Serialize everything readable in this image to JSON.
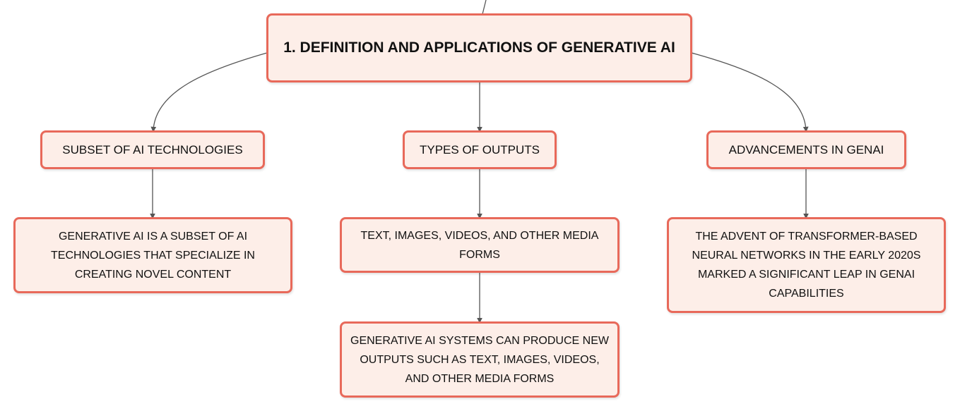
{
  "mindmap": {
    "root": {
      "label": "1. DEFINITION AND APPLICATIONS OF GENERATIVE AI"
    },
    "branches": [
      {
        "label": "SUBSET OF AI TECHNOLOGIES",
        "children": [
          "GENERATIVE AI IS A SUBSET OF AI TECHNOLOGIES THAT SPECIALIZE IN CREATING NOVEL CONTENT"
        ]
      },
      {
        "label": "TYPES OF OUTPUTS",
        "children": [
          "TEXT, IMAGES, VIDEOS, AND OTHER MEDIA FORMS",
          "GENERATIVE AI SYSTEMS CAN PRODUCE NEW OUTPUTS SUCH AS TEXT, IMAGES, VIDEOS, AND OTHER MEDIA FORMS"
        ]
      },
      {
        "label": "ADVANCEMENTS IN GENAI",
        "children": [
          "THE ADVENT OF TRANSFORMER-BASED NEURAL NETWORKS IN THE EARLY 2020S MARKED A SIGNIFICANT LEAP IN GENAI CAPABILITIES"
        ]
      }
    ],
    "colors": {
      "node_fill": "#fdeee8",
      "node_border": "#e8695a",
      "connector": "#555555"
    }
  }
}
